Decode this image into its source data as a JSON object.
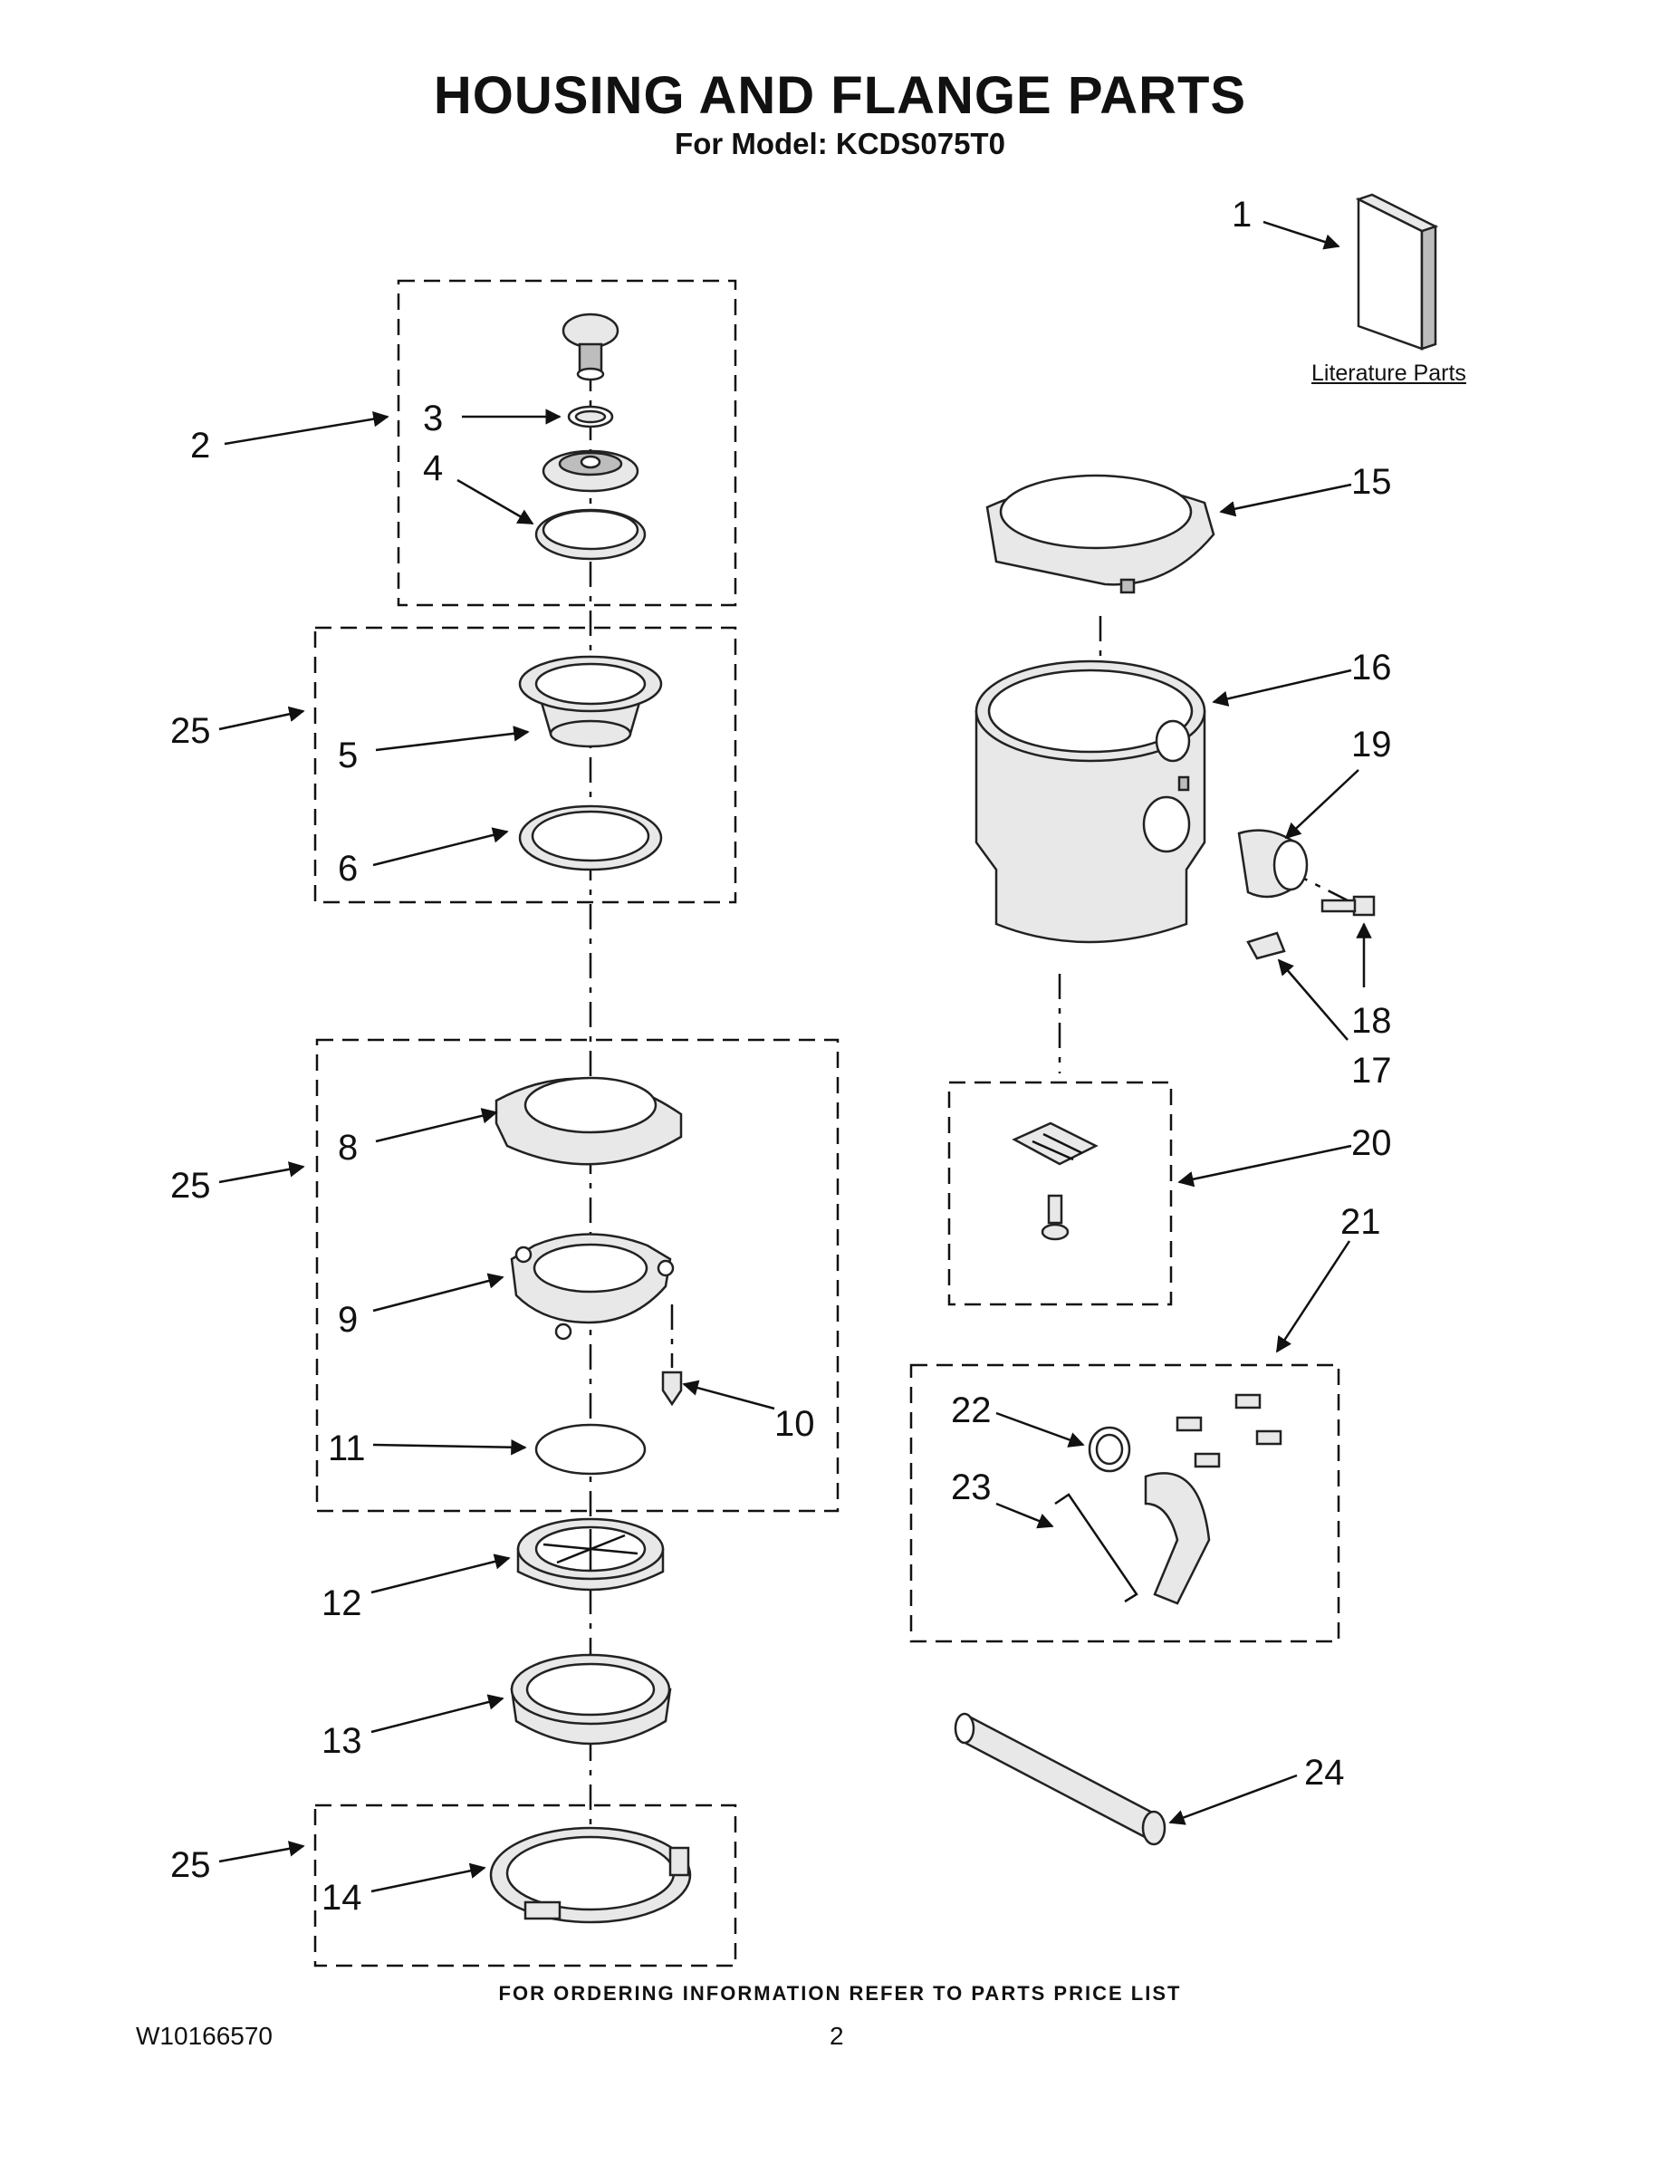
{
  "header": {
    "title": "HOUSING AND FLANGE PARTS",
    "subtitle": "For Model: KCDS075T0"
  },
  "literature_label": "Literature Parts",
  "callouts": {
    "c1": "1",
    "c2": "2",
    "c3": "3",
    "c4": "4",
    "c5": "5",
    "c6": "6",
    "c8": "8",
    "c9": "9",
    "c10": "10",
    "c11": "11",
    "c12": "12",
    "c13": "13",
    "c14": "14",
    "c15": "15",
    "c16": "16",
    "c17": "17",
    "c18": "18",
    "c19": "19",
    "c20": "20",
    "c21": "21",
    "c22": "22",
    "c23": "23",
    "c24": "24",
    "c25a": "25",
    "c25b": "25",
    "c25c": "25"
  },
  "footer": {
    "ordering_note": "FOR ORDERING INFORMATION REFER TO PARTS PRICE LIST",
    "doc_number": "W10166570",
    "page_number": "2"
  }
}
